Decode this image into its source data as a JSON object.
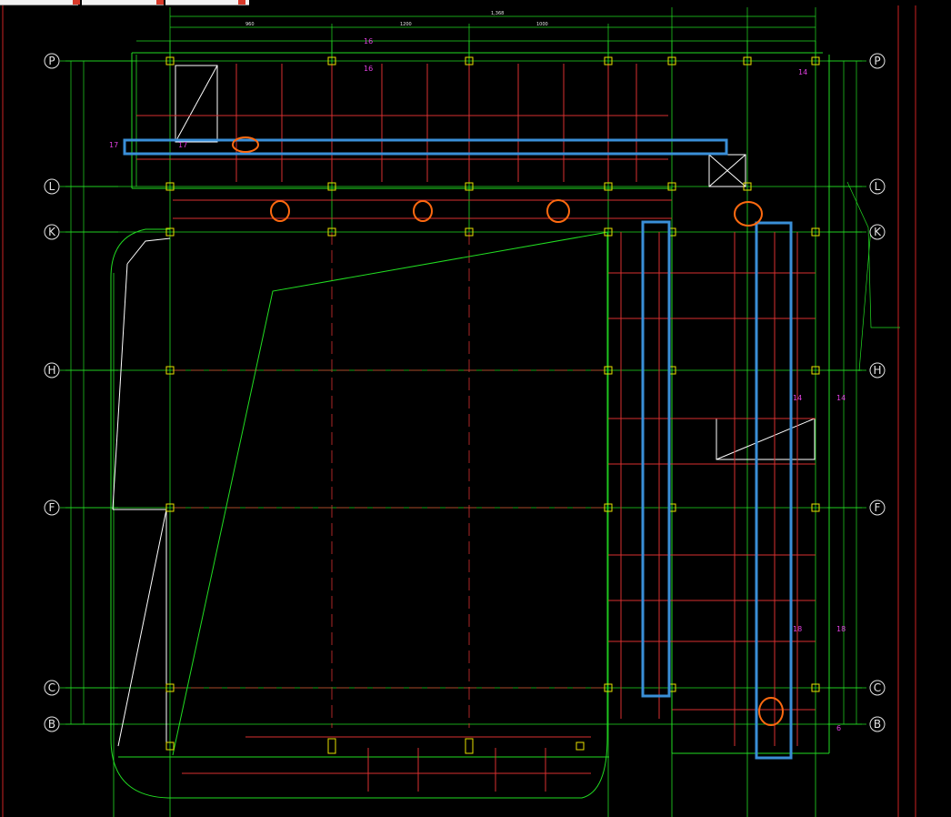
{
  "drawing": {
    "grid_rows": [
      "P",
      "L",
      "K",
      "H",
      "F",
      "C",
      "B"
    ],
    "column_numbers": {
      "14_right_top": "14",
      "14_right_mid": "14",
      "14_right_mid2": "14",
      "18_right": "18",
      "18_right2": "18",
      "6_bottom": "6",
      "17_left": "17",
      "17_left2": "17",
      "16_top": "16",
      "16_top2": "16"
    },
    "dimension_texts": {
      "top_total": "1,368",
      "top_seg1": "960",
      "top_seg2": "1200",
      "top_seg3": "1000"
    },
    "colors": {
      "background": "#000000",
      "grid_green": "#22dd22",
      "beam_red": "#d83030",
      "highlight_blue": "#3a8fd8",
      "annotation_orange": "#ff6a10",
      "column_yellow": "#e8e000",
      "text_magenta": "#e040e0",
      "border_red": "#cc2222"
    }
  }
}
